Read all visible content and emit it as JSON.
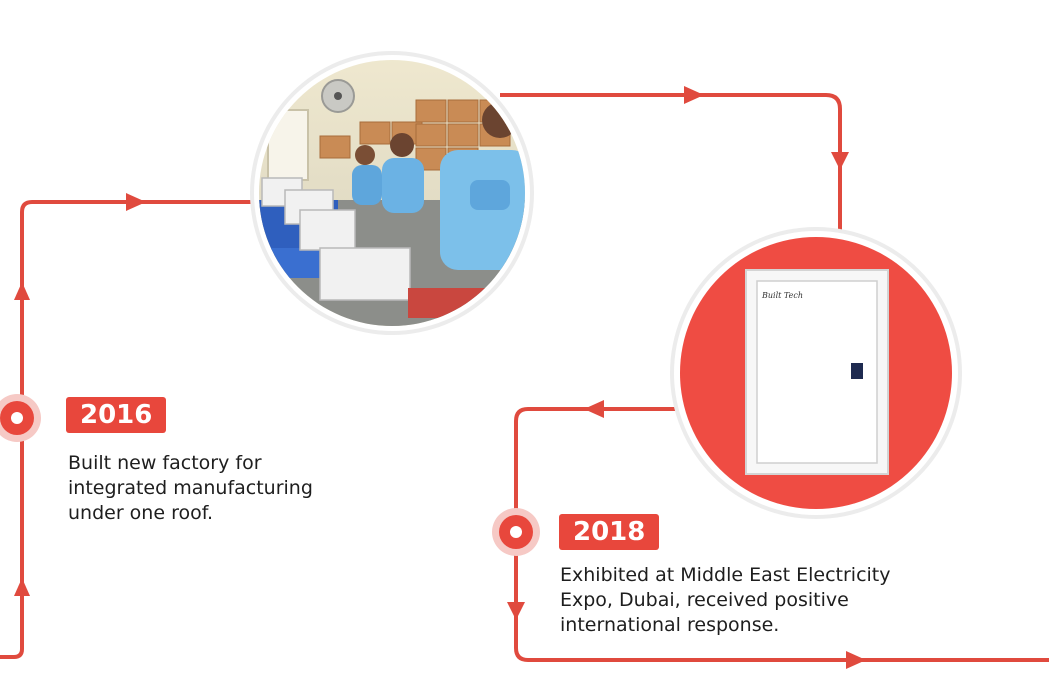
{
  "colors": {
    "accent": "#e8473c",
    "line": "#e04a3e",
    "text": "#1e1e1e"
  },
  "milestones": [
    {
      "year": "2016",
      "description_lines": [
        "Built new factory for",
        "integrated manufacturing",
        "under one roof."
      ]
    },
    {
      "year": "2018",
      "description_lines": [
        "Exhibited at Middle East Electricity",
        "Expo, Dubai, received positive",
        "international response."
      ]
    }
  ],
  "images": [
    {
      "subject": "factory assembly line with workers in blue coats"
    },
    {
      "subject": "white distribution board",
      "brand_text": "Built Tech"
    }
  ]
}
